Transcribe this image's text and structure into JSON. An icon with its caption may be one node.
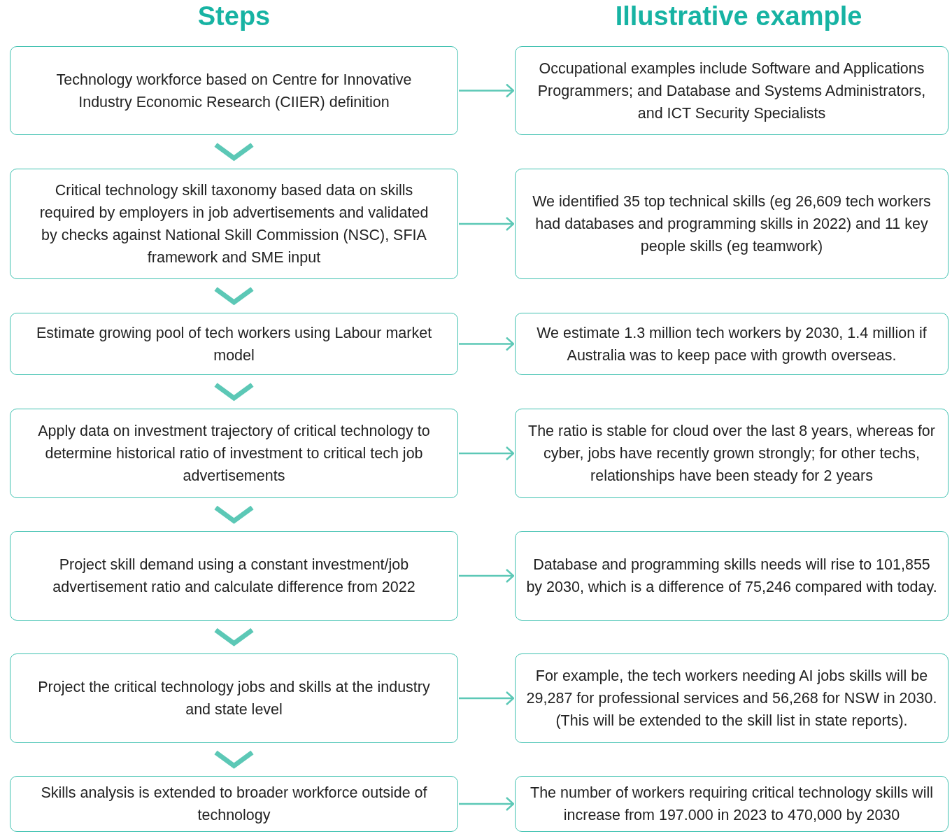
{
  "diagram": {
    "nodes": [
      {
        "text": [
          "Technology workforce based on Centre for Innovative Industry Economic Research (CIIER) definition"
        ]
      },
      {
        "text": [
          "Occupational examples include Software and Applications Programmers; and Database and Systems Administrators, and ICT Security Specialists"
        ]
      },
      {
        "text": [
          "Critical technology skill taxonomy based data on skills required by employers in job advertisements and validated by checks against National Skill Commission (NSC), SFIA framework and SME input"
        ]
      },
      {
        "text": [
          "We identified 35 top technical skills (eg 26,609 tech workers had databases and programming skills in 2022) and 11 key people skills (eg teamwork)"
        ]
      },
      {
        "text": [
          "Estimate growing pool of tech workers using Labour market model"
        ]
      },
      {
        "text": [
          "We estimate 1.3 million tech workers by 2030, 1.4 million if Australia was to keep pace with growth overseas."
        ]
      },
      {
        "text": [
          "Apply data on investment trajectory of critical technology to determine historical ratio of investment to critical tech job advertisements"
        ]
      },
      {
        "text": [
          "The ratio is stable for cloud over the last 8 years, whereas for cyber, jobs have recently grown strongly; for other techs, relationships have been steady for 2 years"
        ]
      },
      {
        "text": [
          "Project skill demand using a constant investment/job advertisement ratio and calculate difference from 2022"
        ]
      },
      {
        "text": [
          "Database and programming skills needs will rise to 101,855 by 2030, which is a difference of 75,246 compared with today."
        ]
      },
      {
        "text": [
          "Project the critical technology jobs and skills at the industry and state level"
        ]
      },
      {
        "text": [
          "For example, the tech workers needing AI jobs skills will be 29,287 for professional services and 56,268 for NSW in 2030. (This will be extended to the skill list in state reports)."
        ]
      },
      {
        "text": [
          "Skills analysis is extended to broader workforce outside of technology"
        ]
      },
      {
        "text": [
          "The number of workers requiring critical technology skills will increase from 197.000 in 2023 to 470,000 by 2030"
        ]
      }
    ],
    "edges": [
      {
        "from": 0,
        "to": 1,
        "arrow": "to"
      },
      {
        "from": 0,
        "to": 2,
        "arrow": "to",
        "style": "thick"
      },
      {
        "from": 2,
        "to": 3,
        "arrow": "to"
      },
      {
        "from": 2,
        "to": 4,
        "arrow": "to",
        "style": "thick"
      },
      {
        "from": 4,
        "to": 5,
        "arrow": "to"
      },
      {
        "from": 4,
        "to": 6,
        "arrow": "to",
        "style": "thick"
      },
      {
        "from": 6,
        "to": 7,
        "arrow": "to"
      },
      {
        "from": 6,
        "to": 8,
        "arrow": "to",
        "style": "thick"
      },
      {
        "from": 8,
        "to": 9,
        "arrow": "to"
      },
      {
        "from": 8,
        "to": 10,
        "arrow": "to",
        "style": "thick"
      },
      {
        "from": 10,
        "to": 11,
        "arrow": "to"
      },
      {
        "from": 10,
        "to": 12,
        "arrow": "to",
        "style": "thick"
      },
      {
        "from": 12,
        "to": 13,
        "arrow": "to"
      }
    ],
    "labels": [
      "Steps",
      "Illustrative example"
    ]
  }
}
